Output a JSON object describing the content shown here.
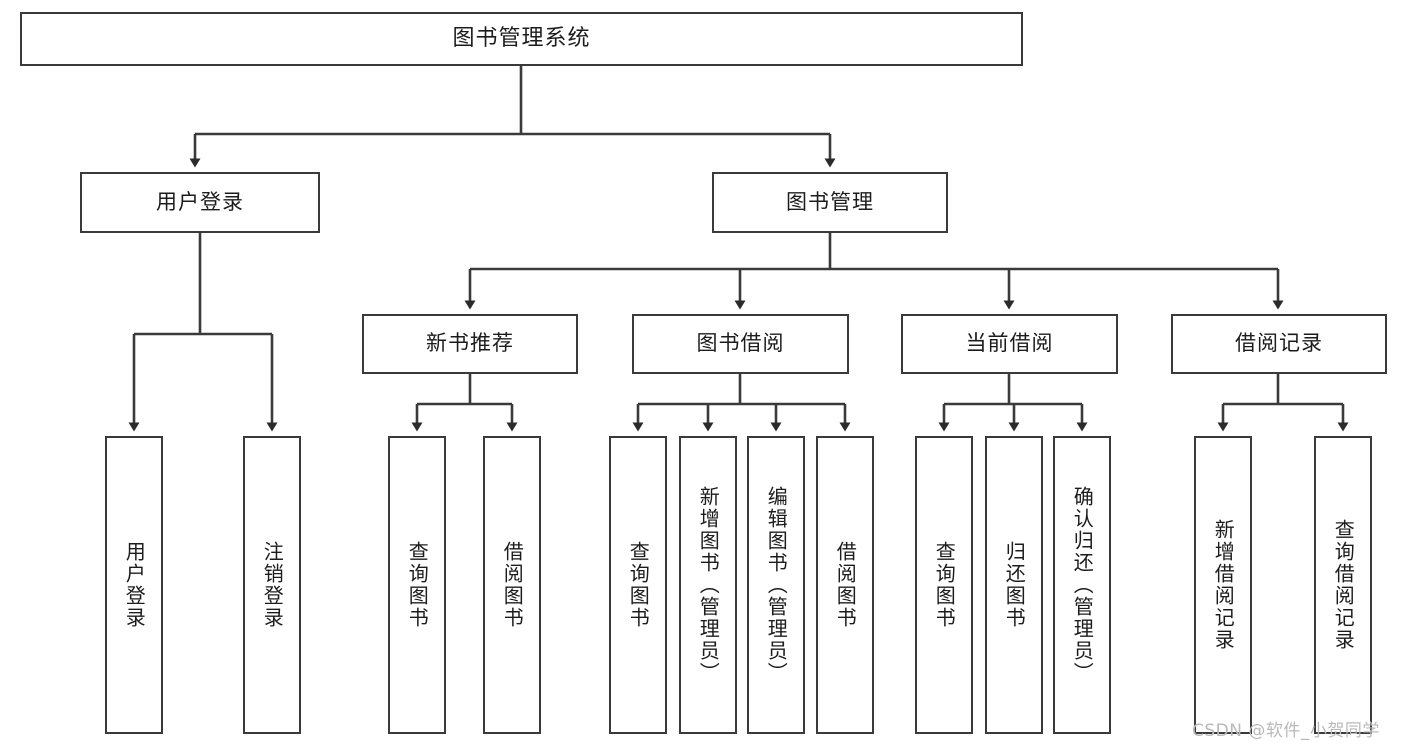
{
  "diagram": {
    "type": "tree-hierarchy",
    "title": "图书管理系统",
    "root": {
      "label": "图书管理系统"
    },
    "level2": [
      {
        "id": "user-login",
        "label": "用户登录"
      },
      {
        "id": "book-manage",
        "label": "图书管理"
      }
    ],
    "level3": [
      {
        "id": "new-book-recommend",
        "label": "新书推荐",
        "parent": "book-manage"
      },
      {
        "id": "book-borrow",
        "label": "图书借阅",
        "parent": "book-manage"
      },
      {
        "id": "current-borrow",
        "label": "当前借阅",
        "parent": "book-manage"
      },
      {
        "id": "borrow-record",
        "label": "借阅记录",
        "parent": "book-manage"
      }
    ],
    "leaves": [
      {
        "id": "leaf-user-login",
        "label": "用户登录",
        "parent": "user-login"
      },
      {
        "id": "leaf-logout-login",
        "label": "注销登录",
        "parent": "user-login"
      },
      {
        "id": "leaf-query-book-1",
        "label": "查询图书",
        "parent": "new-book-recommend"
      },
      {
        "id": "leaf-borrow-book-1",
        "label": "借阅图书",
        "parent": "new-book-recommend"
      },
      {
        "id": "leaf-query-book-2",
        "label": "查询图书",
        "parent": "book-borrow"
      },
      {
        "id": "leaf-add-book",
        "label": "新增图书（管理员）",
        "parent": "book-borrow"
      },
      {
        "id": "leaf-edit-book",
        "label": "编辑图书（管理员）",
        "parent": "book-borrow"
      },
      {
        "id": "leaf-borrow-book-2",
        "label": "借阅图书",
        "parent": "book-borrow"
      },
      {
        "id": "leaf-query-book-3",
        "label": "查询图书",
        "parent": "current-borrow"
      },
      {
        "id": "leaf-return-book",
        "label": "归还图书",
        "parent": "current-borrow"
      },
      {
        "id": "leaf-confirm-return",
        "label": "确认归还（管理员）",
        "parent": "current-borrow"
      },
      {
        "id": "leaf-add-record",
        "label": "新增借阅记录",
        "parent": "borrow-record"
      },
      {
        "id": "leaf-query-record",
        "label": "查询借阅记录",
        "parent": "borrow-record"
      }
    ],
    "colors": {
      "stroke": "#3a3a3a",
      "fill": "#ffffff",
      "text": "#1c1c1c",
      "watermark": "#b9b9b9"
    }
  },
  "watermark": {
    "text": "CSDN @软件_小贺同学"
  }
}
